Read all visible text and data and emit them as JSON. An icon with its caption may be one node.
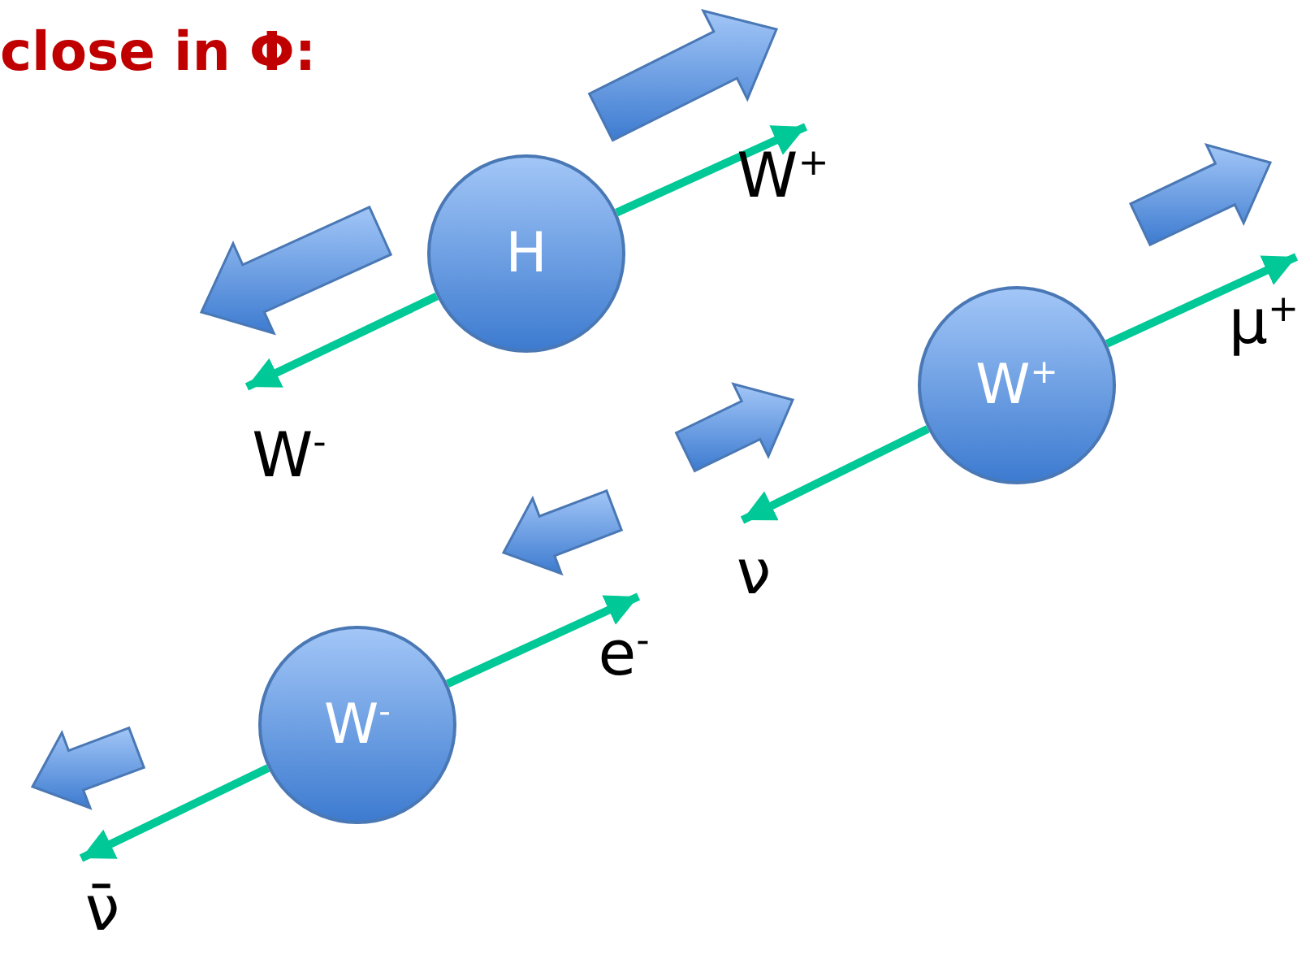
{
  "diagram": {
    "title": "close in Φ:",
    "nodes": [
      {
        "text": [
          "H"
        ]
      },
      {
        "text": [
          "W$^{+}$"
        ]
      },
      {
        "text": [
          "W$^{-}$"
        ]
      },
      {
        "text": [
          "W$^{+}$"
        ]
      },
      {
        "text": [
          "μ$^{+}$"
        ]
      },
      {
        "text": [
          "ν"
        ]
      },
      {
        "text": [
          "W$^{-}$"
        ]
      },
      {
        "text": [
          "e$^{-}$"
        ]
      },
      {
        "text": [
          "ν̄"
        ]
      }
    ],
    "edges": [
      {
        "from": 0,
        "to": 1,
        "arrow": "to"
      },
      {
        "from": 0,
        "to": 2,
        "arrow": "to"
      },
      {
        "from": 3,
        "to": 4,
        "arrow": "to"
      },
      {
        "from": 3,
        "to": 5,
        "arrow": "to"
      },
      {
        "from": 6,
        "to": 7,
        "arrow": "to"
      },
      {
        "from": 6,
        "to": 8,
        "arrow": "to"
      }
    ]
  }
}
